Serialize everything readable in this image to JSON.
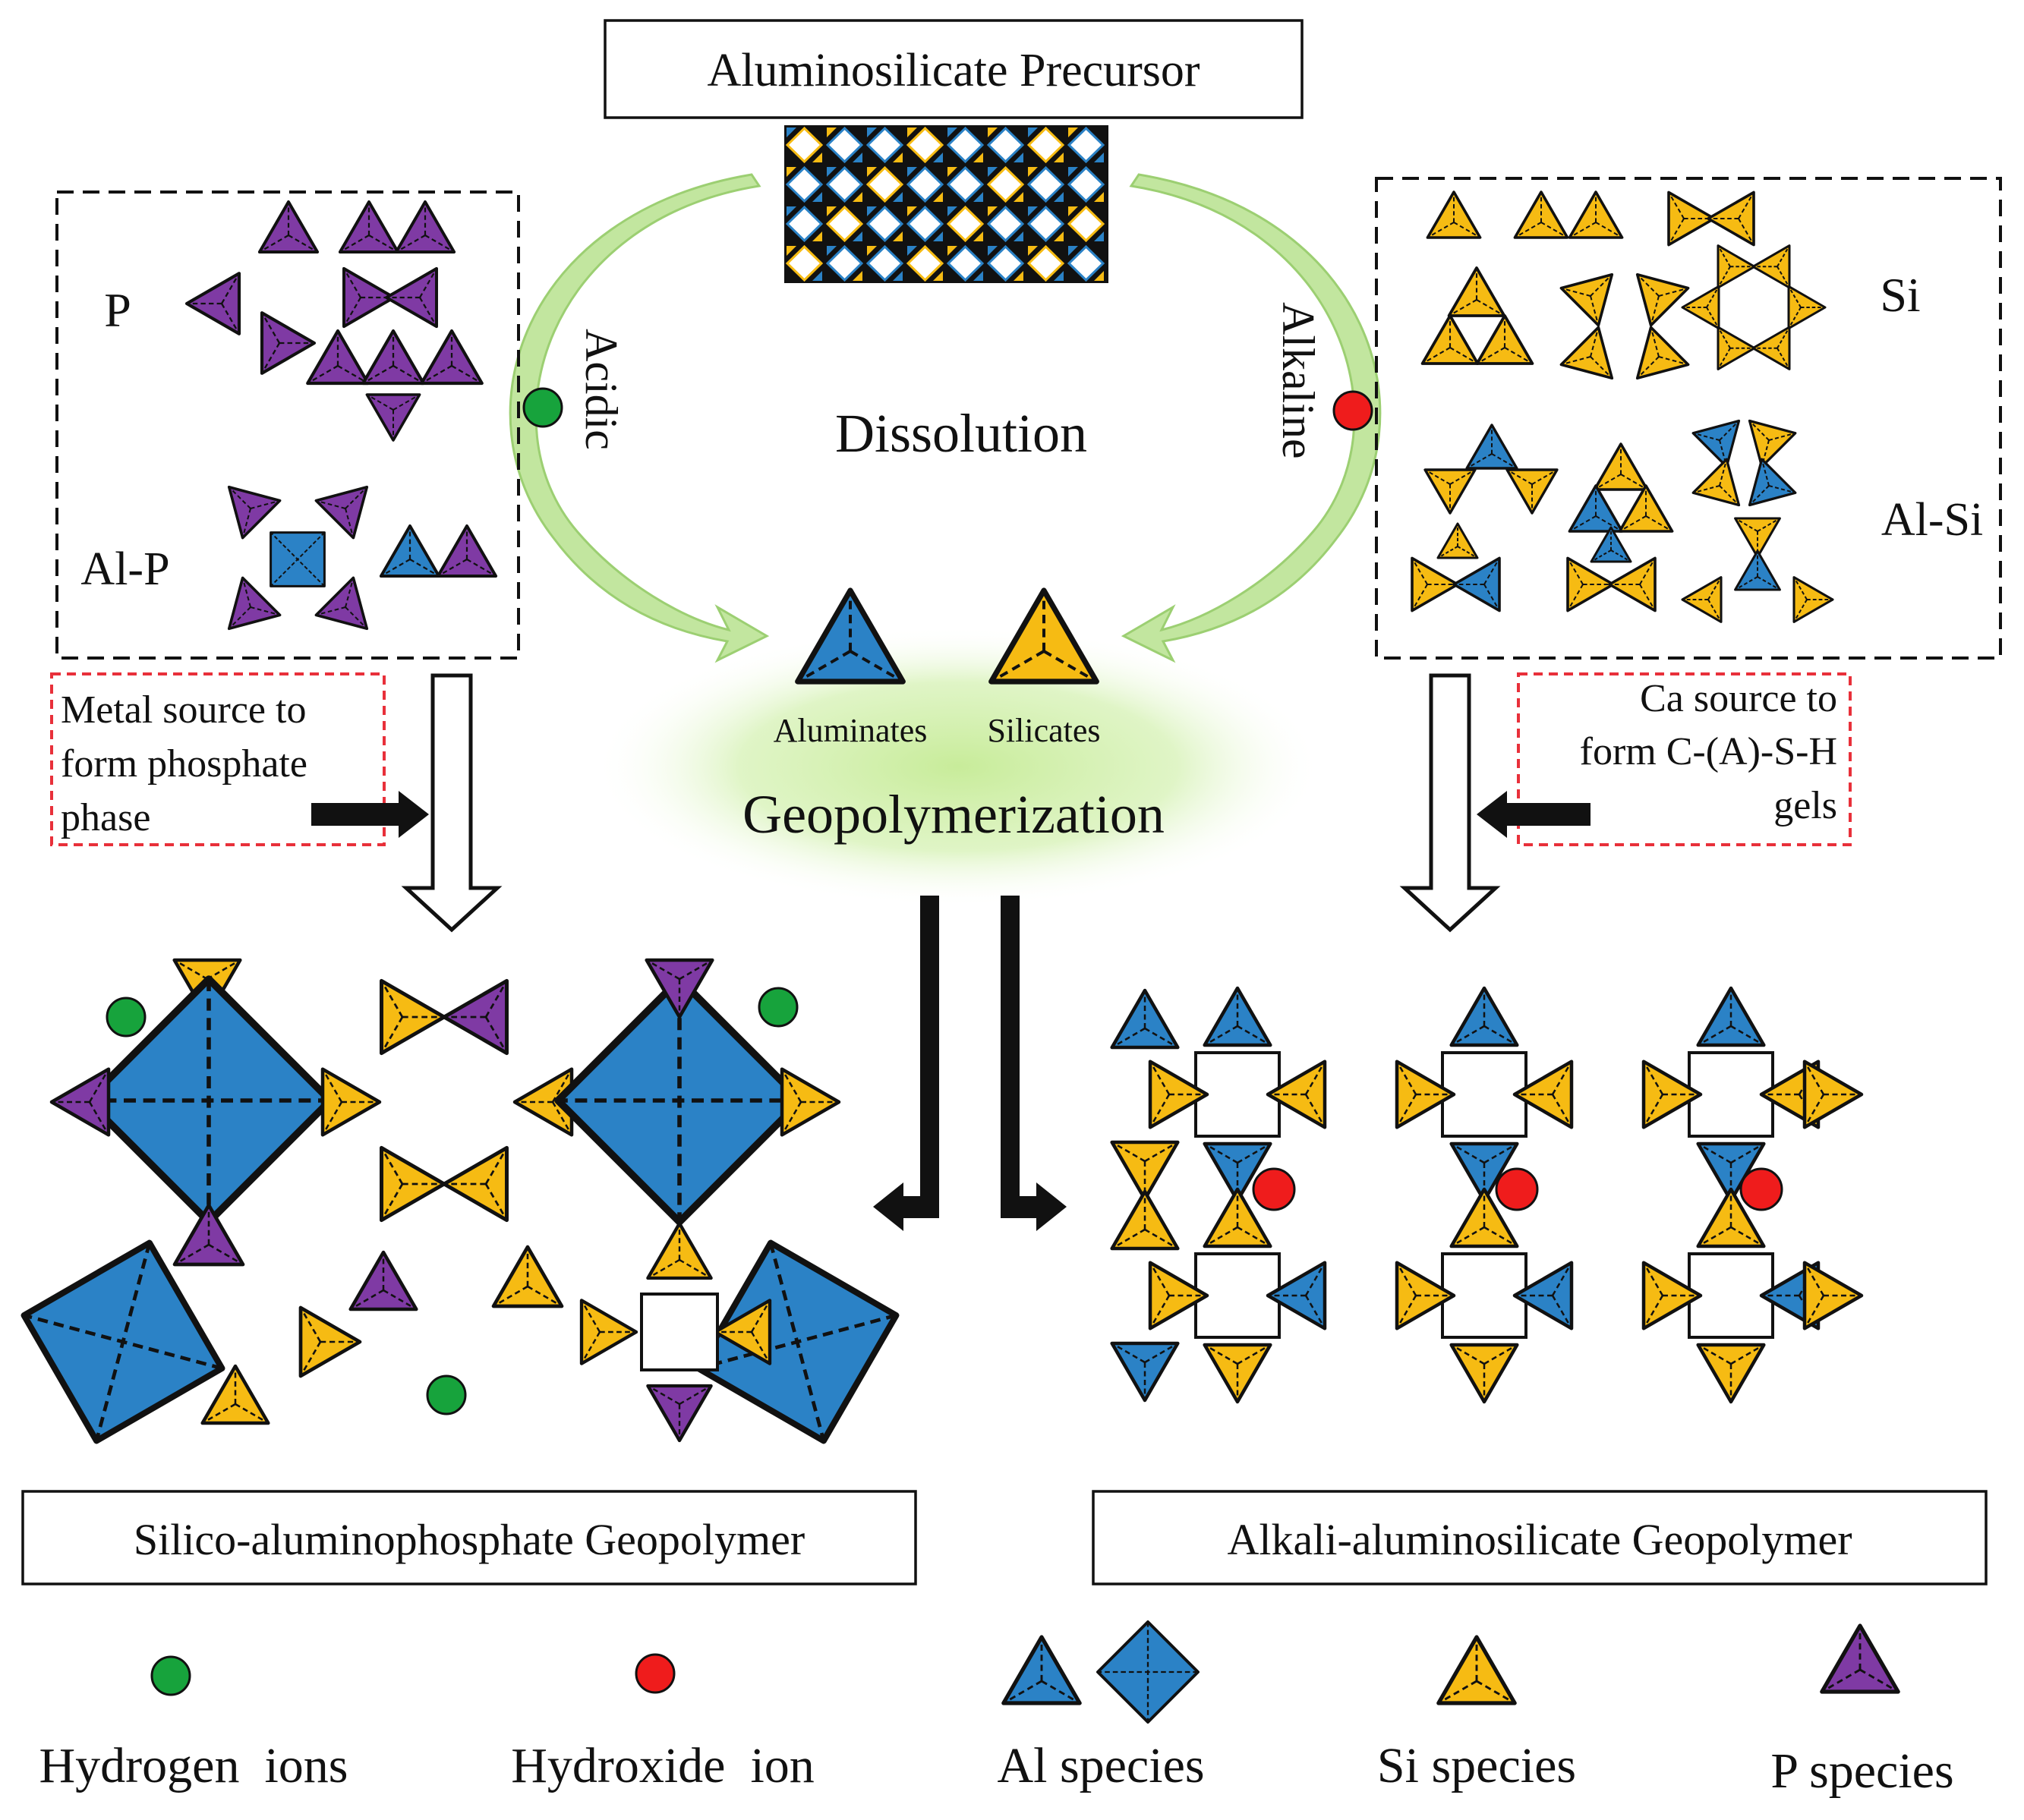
{
  "title": "Aluminosilicate Precursor",
  "center": {
    "dissolution": "Dissolution",
    "geopolymerization": "Geopolymerization",
    "aluminates": "Aluminates",
    "silicates": "Silicates",
    "acidic": "Acidic",
    "alkaline": "Alkaline"
  },
  "left_box": {
    "p_label": "P",
    "alp_label": "Al-P"
  },
  "right_box": {
    "si_label": "Si",
    "alsi_label": "Al-Si"
  },
  "notes": {
    "metal": [
      "Metal source to",
      "form phosphate",
      "phase"
    ],
    "ca": [
      "Ca source to",
      "form C-(A)-S-H",
      "gels"
    ]
  },
  "products": {
    "left": "Silico-aluminophosphate Geopolymer",
    "right": "Alkali-aluminosilicate Geopolymer"
  },
  "legend": {
    "hydrogen": "Hydrogen  ions",
    "hydroxide": "Hydroxide  ion",
    "al": "Al species",
    "si": "Si species",
    "p": "P species"
  },
  "colors": {
    "al": "#2b82c6",
    "si": "#f6bb13",
    "p": "#7f3aa4",
    "hydrogen": "#17a33c",
    "hydroxide": "#ef1c1c",
    "glow": "#c8ec9a",
    "arc_arrow": "#b7e28e",
    "note_border": "#e8303a"
  }
}
